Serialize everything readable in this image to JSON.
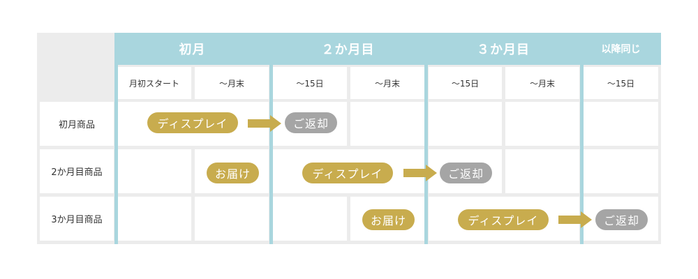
{
  "colors": {
    "header_bg": "#a9d6de",
    "divider": "#a9d6de",
    "grid_bg": "#ececec",
    "display_pill": "#c8ac4e",
    "return_pill": "#a5a5a5",
    "arrow": "#c8ac4e"
  },
  "months": {
    "m1": "初月",
    "m2": "２か月目",
    "m3": "３か月目",
    "m4": "以降同じ"
  },
  "subheaders": {
    "m1_a": "月初スタート",
    "m1_b": "〜月末",
    "m2_a": "〜15日",
    "m2_b": "〜月末",
    "m3_a": "〜15日",
    "m3_b": "〜月末",
    "m4_a": "〜15日"
  },
  "rows": {
    "r1": "初月商品",
    "r2": "2か月目商品",
    "r3": "3か月目商品"
  },
  "pills": {
    "r1_display": "ディスプレイ",
    "r1_return": "ご返却",
    "r2_delivery": "お届け",
    "r2_display": "ディスプレイ",
    "r2_return": "ご返却",
    "r3_delivery": "お届け",
    "r3_display": "ディスプレイ",
    "r3_return": "ご返却"
  }
}
